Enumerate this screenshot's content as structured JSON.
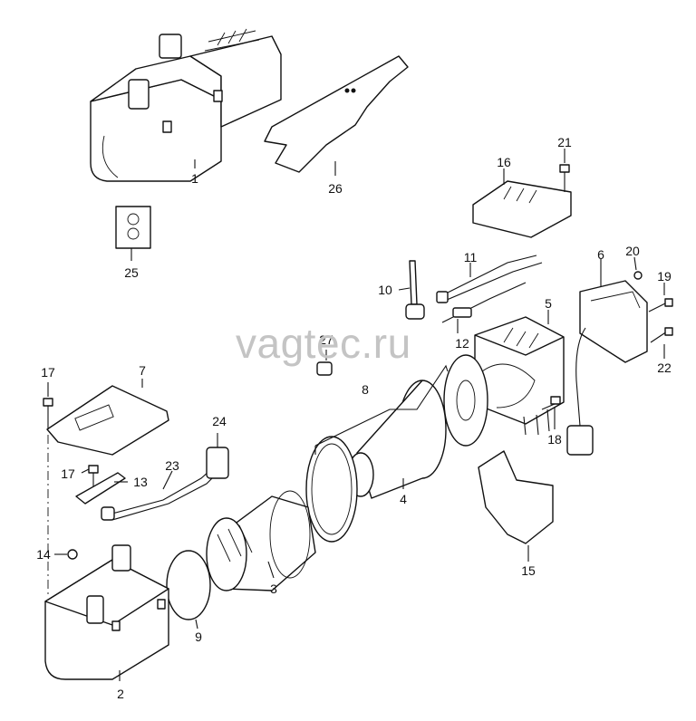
{
  "watermark": "vagtec.ru",
  "callouts": [
    "1",
    "2",
    "3",
    "4",
    "5",
    "6",
    "7",
    "8",
    "9",
    "10",
    "11",
    "12",
    "13",
    "14",
    "15",
    "16",
    "17",
    "17",
    "18",
    "19",
    "20",
    "21",
    "22",
    "23",
    "24",
    "25",
    "26",
    "27"
  ]
}
